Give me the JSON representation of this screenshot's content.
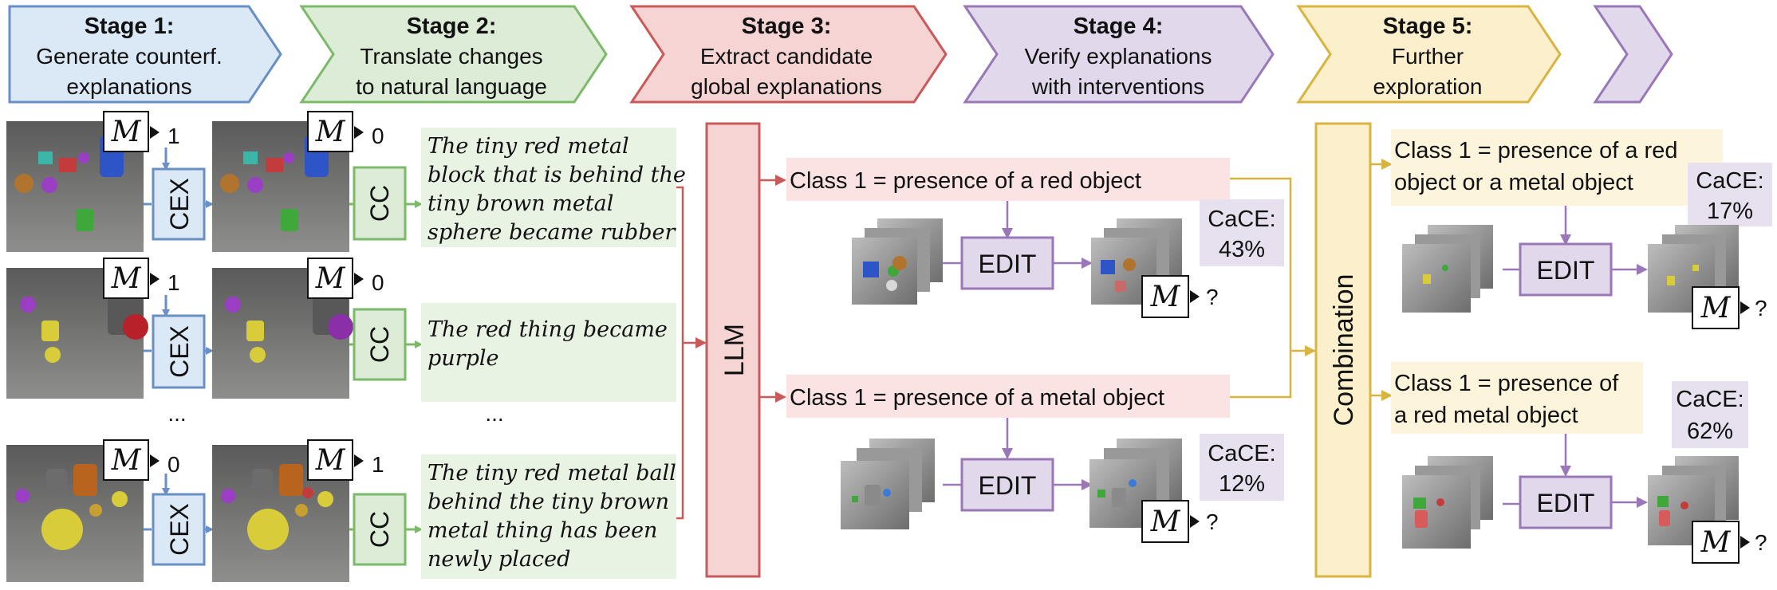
{
  "stages": [
    {
      "title": "Stage 1:",
      "lines": [
        "Generate counterf.",
        "explanations"
      ],
      "fill": "#dbe8f6",
      "stroke": "#6a8fc4"
    },
    {
      "title": "Stage 2:",
      "lines": [
        "Translate changes",
        "to natural language"
      ],
      "fill": "#dcecd6",
      "stroke": "#7cba6a"
    },
    {
      "title": "Stage 3:",
      "lines": [
        "Extract candidate",
        "global explanations"
      ],
      "fill": "#f6d4d4",
      "stroke": "#c85a5a"
    },
    {
      "title": "Stage 4:",
      "lines": [
        "Verify explanations",
        "with interventions"
      ],
      "fill": "#e2d8ec",
      "stroke": "#9a78b8"
    },
    {
      "title": "Stage 5:",
      "lines": [
        "Further",
        "exploration"
      ],
      "fill": "#fbefcc",
      "stroke": "#d8b440"
    }
  ],
  "model_symbol": "M",
  "cex_label": "CEX",
  "cc_label": "CC",
  "llm_label": "LLM",
  "combination_label": "Combination",
  "edit_label": "EDIT",
  "query_mark": "?",
  "ellipsis": "...",
  "stage1_rows": [
    {
      "pred_before": "1",
      "pred_after": "0",
      "caption": [
        "The tiny red metal",
        "block that is behind the",
        "tiny brown metal",
        "sphere became rubber"
      ]
    },
    {
      "pred_before": "1",
      "pred_after": "0",
      "caption": [
        "The red thing became",
        "purple"
      ]
    },
    {
      "pred_before": "0",
      "pred_after": "1",
      "caption": [
        "The tiny red metal ball",
        "behind the tiny brown",
        "metal thing has been",
        "newly placed"
      ]
    }
  ],
  "stage4": [
    {
      "hypothesis": "Class 1 = presence of a red object",
      "cace_label": "CaCE:",
      "cace_value": "43%"
    },
    {
      "hypothesis": "Class 1 = presence of a metal object",
      "cace_label": "CaCE:",
      "cace_value": "12%"
    }
  ],
  "stage5": [
    {
      "hypothesis": [
        "Class 1 = presence of a red",
        "object or a metal object"
      ],
      "cace_label": "CaCE:",
      "cace_value": "17%"
    },
    {
      "hypothesis": [
        "Class 1 = presence of",
        "a red metal object"
      ],
      "cace_label": "CaCE:",
      "cace_value": "62%"
    }
  ],
  "colors": {
    "blue": "#6a8fc4",
    "blue_fill": "#dbe8f6",
    "green": "#7cba6a",
    "green_fill": "#dcecd6",
    "caption_fill": "#e9f3e4",
    "red": "#c85a5a",
    "red_fill": "#f6d4d4",
    "hyp_fill": "#fbe3e3",
    "purple": "#9a78b8",
    "purple_fill": "#e2d8ec",
    "cace_fill": "#e6e0ef",
    "yellow": "#d8b440",
    "yellow_fill": "#fbefcc",
    "hyp5_fill": "#fdf4dc"
  }
}
